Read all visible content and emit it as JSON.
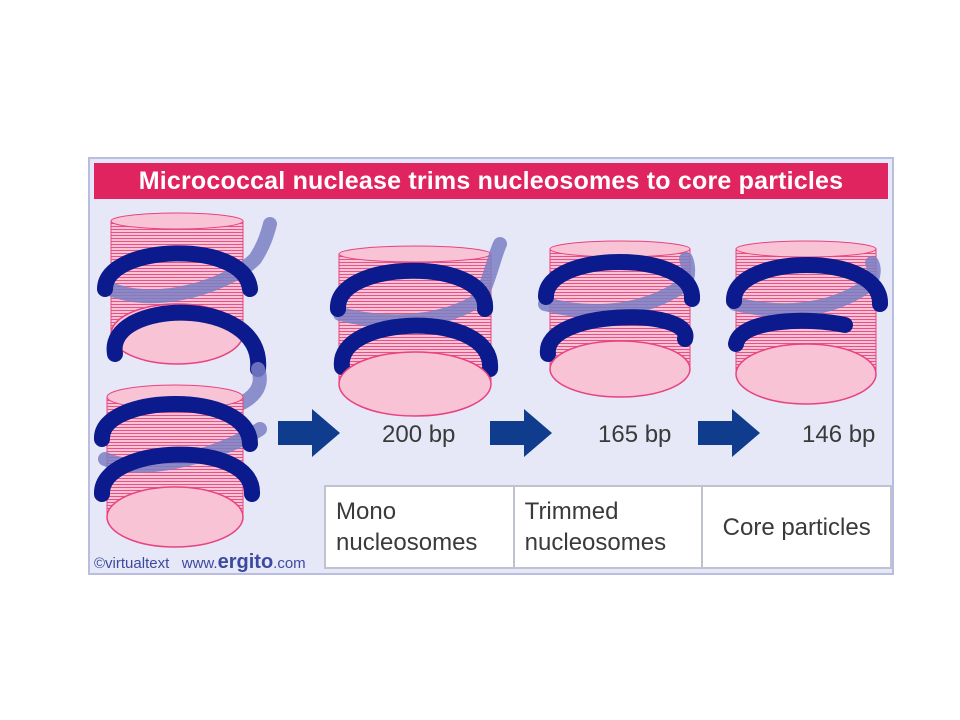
{
  "title": "Micrococcal nuclease trims nucleosomes to core particles",
  "sizes": {
    "mono": "200 bp",
    "trimmed": "165 bp",
    "core": "146 bp"
  },
  "labels": {
    "mono": [
      "Mono",
      "nucleosomes"
    ],
    "trimmed": [
      "Trimmed",
      "nucleosomes"
    ],
    "core": "Core particles"
  },
  "credit": {
    "copyright": "©virtualtext",
    "www": "www.",
    "brand": "ergito",
    "tld": ".com"
  },
  "colors": {
    "title_bar": "#e0245f",
    "panel": "#e6e8f7",
    "histone_fill": "#f9c3d6",
    "histone_line": "#e8437e",
    "dna": "#0b1a8c",
    "dna_back": "#7a7fc4",
    "arrow": "#0f3c8c"
  }
}
